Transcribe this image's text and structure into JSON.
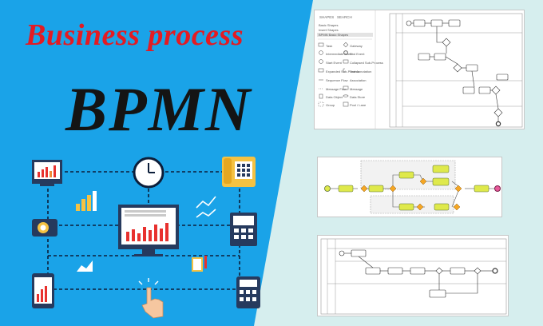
{
  "banner": {
    "headline": "Business process",
    "title": "BPMN"
  },
  "colors": {
    "left_bg": "#1aa3e8",
    "right_bg": "#d6eeee",
    "headline": "#e31b23",
    "title": "#141414",
    "task_green": "#dfe94b",
    "task_orange": "#f5a623"
  },
  "icons": [
    "presentation-board-icon",
    "wall-clock-icon",
    "fax-machine-icon",
    "bar-chart-icon",
    "line-chart-icon",
    "monitor-chart-icon",
    "camera-icon",
    "phone-icon",
    "area-chart-icon",
    "notepad-icon",
    "tablet-icon",
    "pointing-hand-icon",
    "calculator-icon"
  ],
  "editor": {
    "tabs": [
      "SHAPES",
      "SEARCH"
    ],
    "items": [
      "Basic Shapes",
      "Insert Shapes",
      "BPMN Basic Shapes"
    ],
    "shapes": [
      {
        "left": "Task",
        "right": "Gateway"
      },
      {
        "left": "Intermediate Event",
        "right": "End Event"
      },
      {
        "left": "Start Event",
        "right": "Collapsed Sub-Process"
      },
      {
        "left": "Expanded Sub-Process",
        "right": "Text Annotation"
      },
      {
        "left": "Sequence Flow",
        "right": "Association"
      },
      {
        "left": "Message Flow",
        "right": "Message"
      },
      {
        "left": "Data Object",
        "right": "Data Store"
      },
      {
        "left": "Group",
        "right": "Pool / Lane"
      }
    ]
  }
}
